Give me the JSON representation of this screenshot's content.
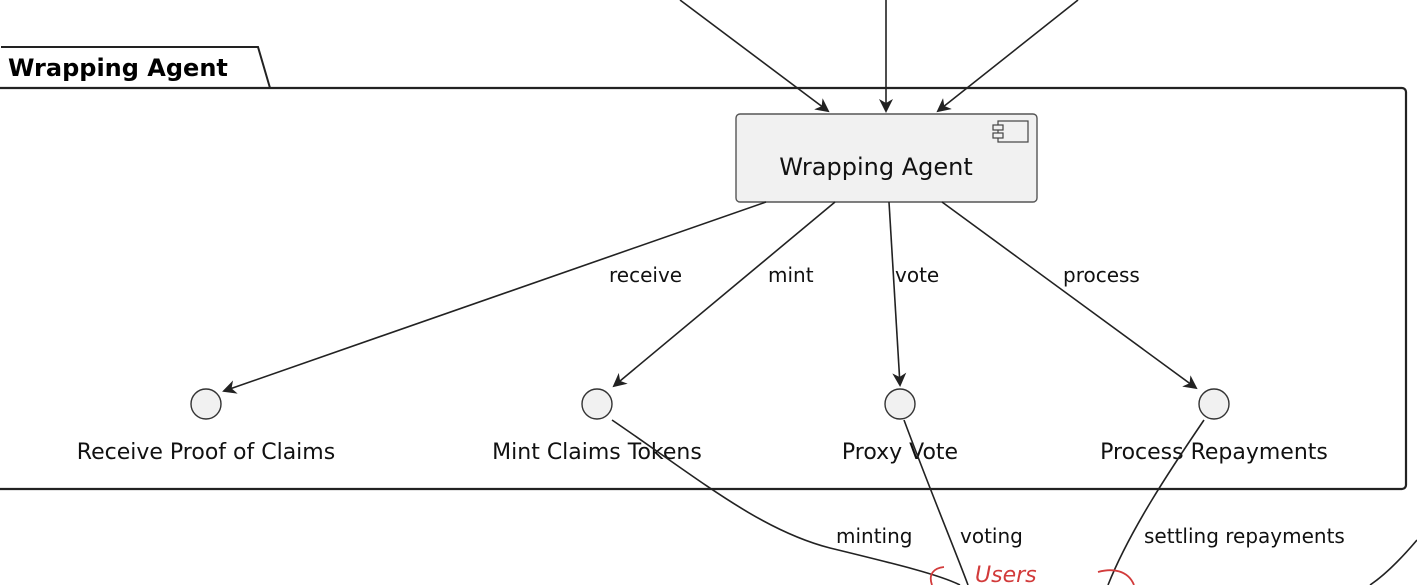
{
  "package": {
    "title": "Wrapping Agent"
  },
  "component": {
    "label": "Wrapping Agent"
  },
  "interfaces": [
    {
      "id": "receive",
      "label": "Receive Proof of Claims"
    },
    {
      "id": "mint",
      "label": "Mint Claims Tokens"
    },
    {
      "id": "vote",
      "label": "Proxy Vote"
    },
    {
      "id": "process",
      "label": "Process Repayments"
    }
  ],
  "edge_labels": {
    "receive": "receive",
    "mint": "mint",
    "vote": "vote",
    "process": "process",
    "minting": "minting",
    "voting": "voting",
    "settling": "settling repayments"
  },
  "annotation": {
    "users": "Users"
  },
  "colors": {
    "component_fill": "#f1f1f1",
    "interface_fill": "#f1f1f1",
    "line": "#222222",
    "annotation": "#d23b3b"
  }
}
